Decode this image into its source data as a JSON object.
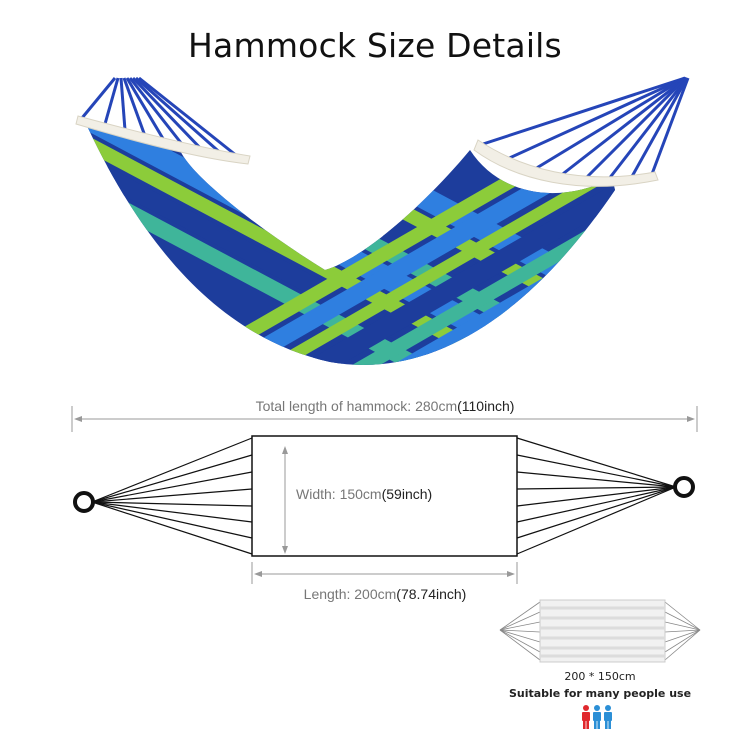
{
  "title": "Hammock Size Details",
  "dimensions": {
    "total_length": {
      "label": "Total length of hammock: 280cm",
      "inch": "(110inch)"
    },
    "width": {
      "label": "Width: 150cm",
      "inch": "(59inch)"
    },
    "length": {
      "label": "Length: 200cm",
      "inch": "(78.74inch)"
    }
  },
  "capacity": {
    "size": "200 * 150cm",
    "note": "Suitable for many people use",
    "people_icons": [
      "person-red",
      "person-blue",
      "person-blue"
    ]
  },
  "colors": {
    "stripe_dark_blue": "#1d3d9c",
    "stripe_blue": "#2f7fe0",
    "stripe_green": "#8ccc3a",
    "stripe_teal": "#3fb59a",
    "spreader_bar": "#f2efe6",
    "person_red": "#e0282d",
    "person_blue": "#2b8fd6"
  }
}
